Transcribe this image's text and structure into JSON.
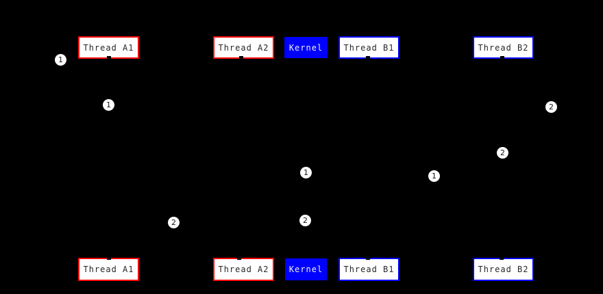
{
  "diagram": {
    "description": "Thread and kernel scheduling diagram with two timeline rows and numbered step badges",
    "background_color": "#000000",
    "colors": {
      "thread_a_border": "#ff0000",
      "thread_b_border": "#0000ff",
      "kernel_fill": "#0000ff",
      "node_fill": "#ffffff",
      "node_text": "#262626",
      "kernel_text": "#f2f2f2",
      "badge_fill": "#ffffff",
      "badge_text": "#111111"
    },
    "top_row": {
      "thread_a1": {
        "label": "Thread A1"
      },
      "thread_a2": {
        "label": "Thread A2"
      },
      "kernel": {
        "label": "Kernel"
      },
      "thread_b1": {
        "label": "Thread B1"
      },
      "thread_b2": {
        "label": "Thread B2"
      }
    },
    "bottom_row": {
      "thread_a1": {
        "label": "Thread A1"
      },
      "thread_a2": {
        "label": "Thread A2"
      },
      "kernel": {
        "label": "Kernel"
      },
      "thread_b1": {
        "label": "Thread B1"
      },
      "thread_b2": {
        "label": "Thread B2"
      }
    },
    "badges": [
      {
        "label": "1"
      },
      {
        "label": "1"
      },
      {
        "label": "2"
      },
      {
        "label": "2"
      },
      {
        "label": "1"
      },
      {
        "label": "1"
      },
      {
        "label": "2"
      },
      {
        "label": "2"
      }
    ]
  }
}
